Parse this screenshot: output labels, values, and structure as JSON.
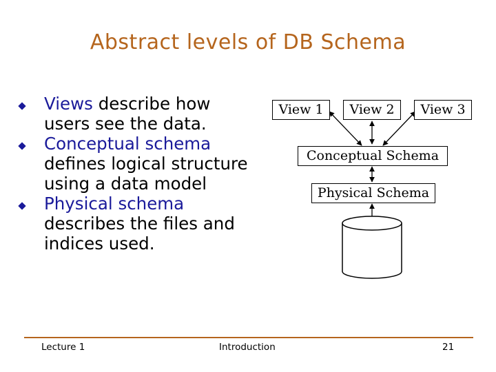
{
  "slide": {
    "title": "Abstract levels of DB Schema",
    "bullets": [
      {
        "lead": "Views",
        "rest": " describe how users see the data."
      },
      {
        "lead": "Conceptual schema",
        "rest": " defines logical structure using a data model"
      },
      {
        "lead": "Physical schema",
        "rest": " describes the files and indices used."
      }
    ],
    "diagram": {
      "views": [
        "View 1",
        "View 2",
        "View 3"
      ],
      "conceptual": "Conceptual Schema",
      "physical": "Physical Schema",
      "storage_icon": "database-cylinder-icon"
    },
    "footer": {
      "left": "Lecture 1",
      "center": "Introduction",
      "page": "21"
    },
    "colors": {
      "title": "#b5651d",
      "bullet": "#1a1a9a",
      "rule": "#b5651d"
    }
  }
}
